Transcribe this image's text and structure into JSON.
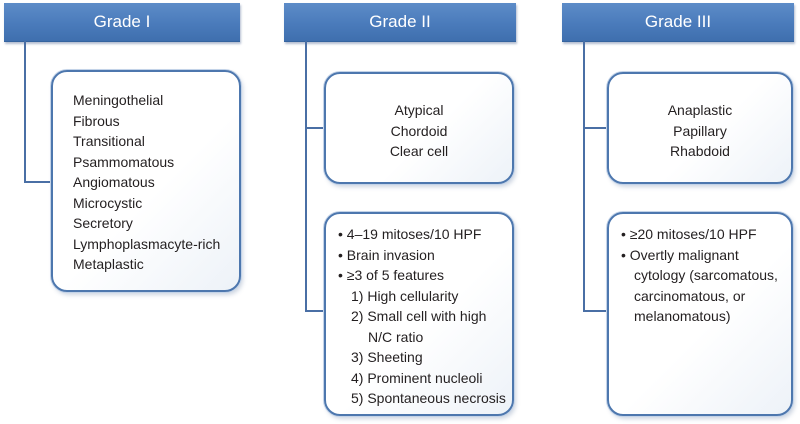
{
  "grades": [
    {
      "title": "Grade I",
      "subtypes": [
        "Meningothelial",
        "Fibrous",
        "Transitional",
        "Psammomatous",
        "Angiomatous",
        "Microcystic",
        "Secretory",
        "Lymphoplasmacyte-rich",
        "Metaplastic"
      ]
    },
    {
      "title": "Grade II",
      "subtypes": [
        "Atypical",
        "Chordoid",
        "Clear cell"
      ],
      "criteria": {
        "bullets": [
          "• 4–19 mitoses/10 HPF",
          "• Brain invasion",
          "• ≥3 of 5 features"
        ],
        "features": [
          "1) High cellularity",
          "2) Small cell with high N/C ratio",
          "3) Sheeting",
          "4) Prominent nucleoli",
          "5) Spontaneous necrosis"
        ]
      }
    },
    {
      "title": "Grade III",
      "subtypes": [
        "Anaplastic",
        "Papillary",
        "Rhabdoid"
      ],
      "criteria": {
        "bullets": [
          "• ≥20 mitoses/10 HPF",
          "• Overtly malignant cytology (sarcomatous, carcinomatous, or melanomatous)"
        ]
      }
    }
  ],
  "colors": {
    "header": "#4a7bbb",
    "box_border": "#4d77ae",
    "connector": "#4a6fa5"
  }
}
